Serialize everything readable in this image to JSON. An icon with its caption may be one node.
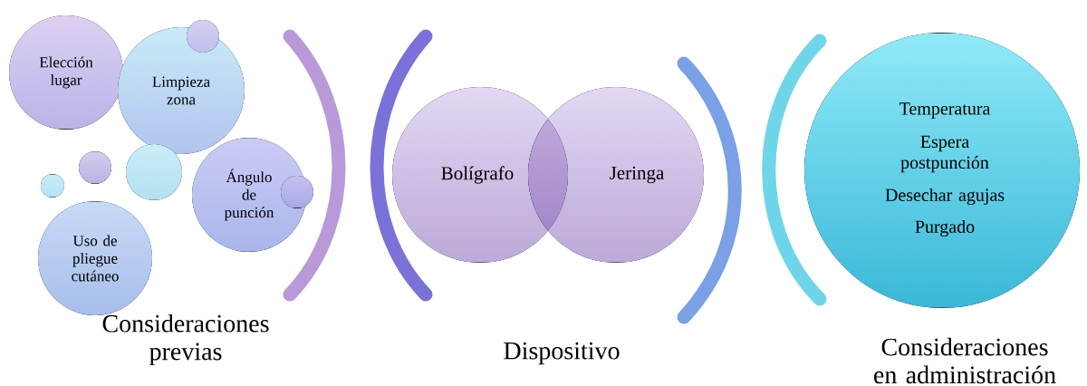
{
  "diagram": {
    "nodes": [
      {
        "text": [
          "Elección lugar"
        ]
      },
      {
        "text": [
          "Limpieza zona"
        ]
      },
      {
        "text": [],
        "shape": "circle"
      },
      {
        "text": [],
        "shape": "circle"
      },
      {
        "text": [],
        "shape": "circle"
      },
      {
        "text": [],
        "shape": "circle"
      },
      {
        "text": [
          "Ángulo de punción"
        ]
      },
      {
        "text": [],
        "shape": "circle"
      },
      {
        "text": [
          "Uso de pliegue cutáneo"
        ]
      },
      {
        "text": [
          "Bolígrafo"
        ]
      },
      {
        "text": [
          "Jeringa"
        ]
      },
      {
        "text": [
          "Temperatura",
          "Espera postpunción",
          "Desechar agujas",
          "Purgado"
        ]
      }
    ],
    "labels": [
      "Consideraciones previas",
      "Dispositivo",
      "Consideraciones en administración"
    ]
  }
}
